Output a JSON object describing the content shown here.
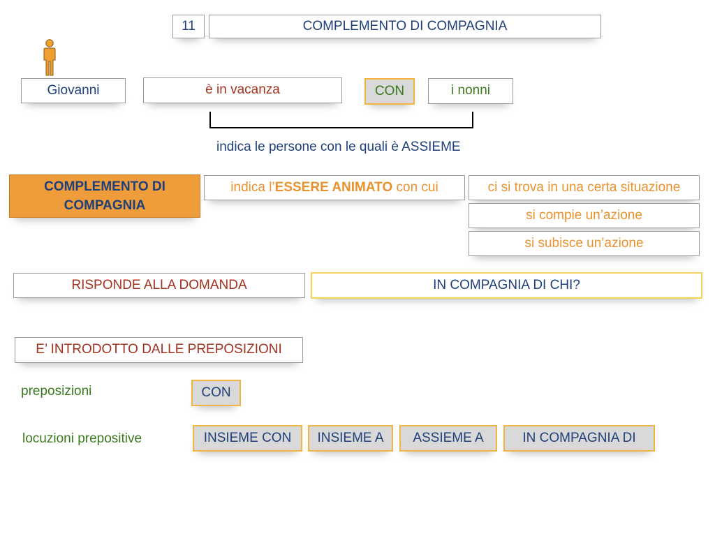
{
  "header": {
    "number": "11",
    "title": "COMPLEMENTO DI COMPAGNIA"
  },
  "example": {
    "subject": "Giovanni",
    "verb": "è in vacanza",
    "preposition": "CON",
    "companion": "i nonni",
    "explanation": "indica le persone con le quali è ASSIEME"
  },
  "definition": {
    "label": "COMPLEMENTO DI COMPAGNIA",
    "intro_prefix": "indica l’",
    "intro_bold": "ESSERE ANIMATO",
    "intro_suffix": " con cui",
    "options": [
      "ci si trova in una certa situazione",
      "si compie un’azione",
      "si subisce un’azione"
    ]
  },
  "question": {
    "label": "RISPONDE ALLA DOMANDA",
    "text": "IN COMPAGNIA DI CHI?"
  },
  "prepositions": {
    "heading": "E’ INTRODOTTO DALLE PREPOSIZIONI",
    "simple_label": "preposizioni",
    "simple": [
      "CON"
    ],
    "locutions_label": "locuzioni prepositive",
    "locutions": [
      "INSIEME CON",
      "INSIEME A",
      "ASSIEME A",
      "IN COMPAGNIA DI"
    ]
  },
  "colors": {
    "orange_accent": "#ef9c3b",
    "title_blue": "#1f3f7a",
    "example_green": "#3a7a1e",
    "rule_red": "#a3311f"
  }
}
